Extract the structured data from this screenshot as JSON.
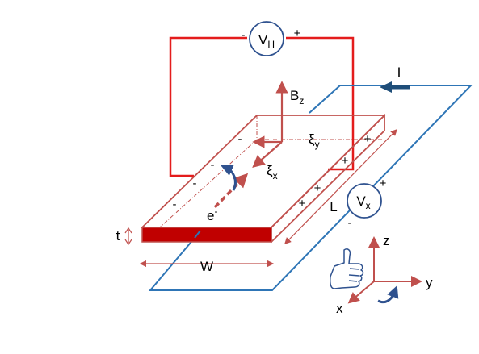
{
  "labels": {
    "voltmeter_hall": {
      "main": "V",
      "sub": "H"
    },
    "voltmeter_x": {
      "main": "V",
      "sub": "x"
    },
    "hall_meter_minus": "-",
    "hall_meter_plus": "+",
    "vx_plus": "+",
    "vx_minus": "-",
    "current": "I",
    "magnetic_field": {
      "main": "B",
      "sub": "z"
    },
    "field_y": {
      "main": "ξ",
      "sub": "y"
    },
    "field_x": {
      "main": "ξ",
      "sub": "x"
    },
    "electron": {
      "main": "e",
      "sup": "-"
    },
    "thickness": "t",
    "width": "W",
    "length": "L",
    "axis_z": "z",
    "axis_y": "y",
    "axis_x": "x"
  },
  "charge_signs": {
    "negative": [
      "-",
      "-",
      "-",
      "-"
    ],
    "positive": [
      "+",
      "+",
      "+",
      "+"
    ]
  },
  "colors": {
    "circuit_red": "#e41c1c",
    "slab_outline": "#c0504d",
    "slab_front_fill": "#c00000",
    "current_blue": "#2e75b6",
    "arrow_dark_blue": "#1f3864",
    "meter_stroke": "#2f528f"
  },
  "icons": [
    "thumbs-up-icon",
    "rotation-arrow-icon",
    "double-arrow-icon"
  ]
}
